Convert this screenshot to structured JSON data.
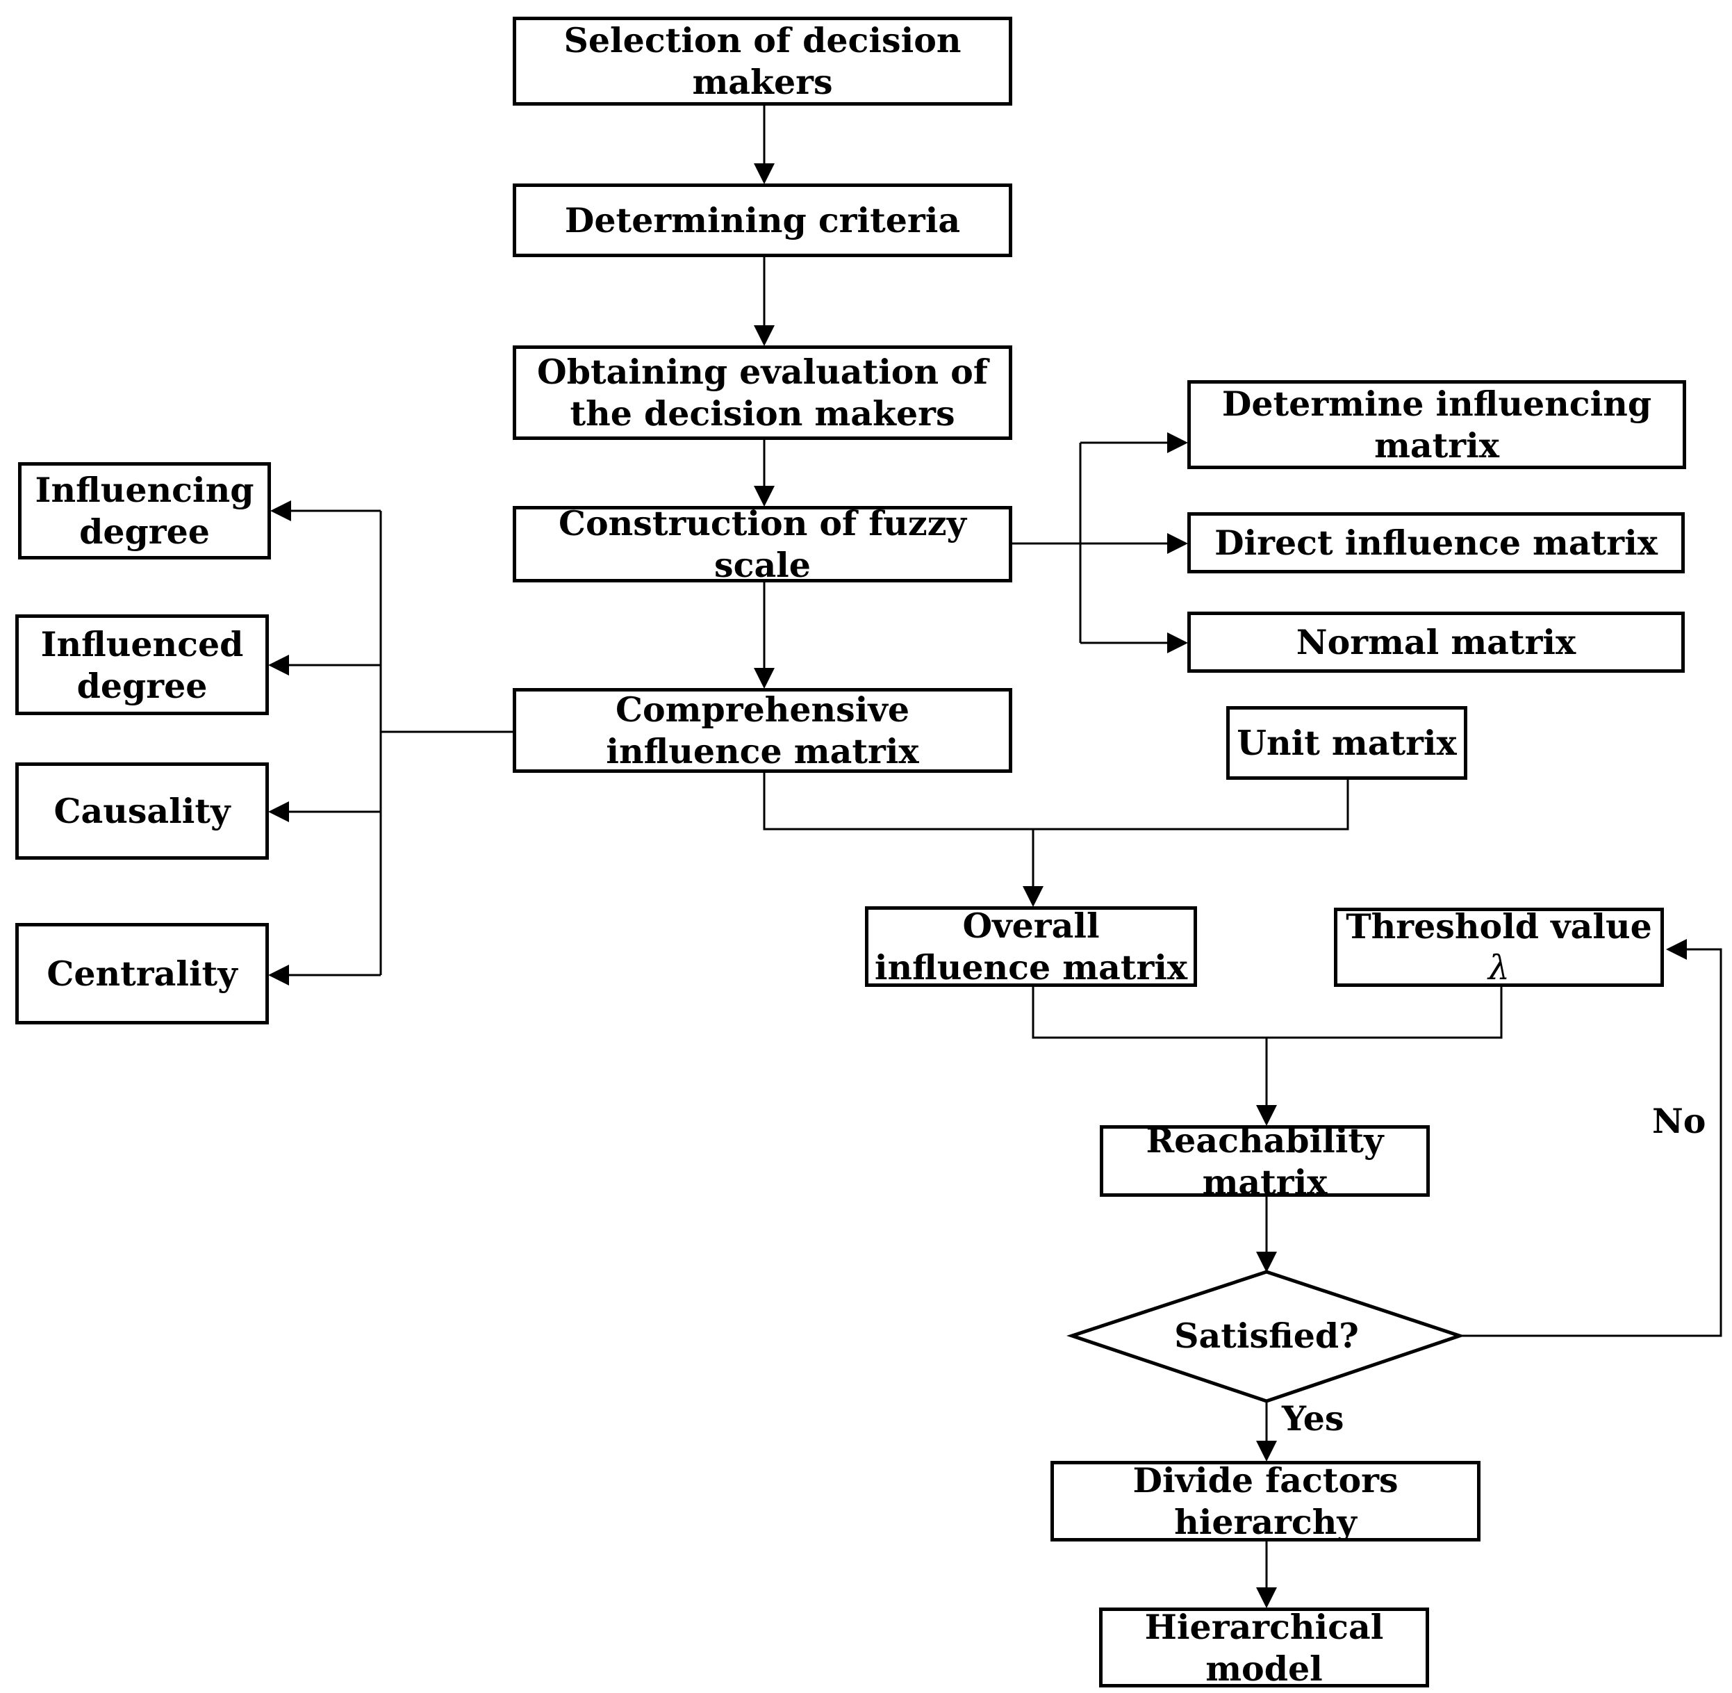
{
  "nodes": {
    "selection": "Selection of decision makers",
    "criteria": "Determining criteria",
    "evaluation": "Obtaining evaluation of the decision makers",
    "fuzzy_scale": "Construction of fuzzy scale",
    "comprehensive": "Comprehensive influence matrix",
    "determine_influencing": "Determine influencing matrix",
    "direct_influence": "Direct influence matrix",
    "normal": "Normal matrix",
    "unit": "Unit matrix",
    "influencing_degree": "Influencing degree",
    "influenced_degree": "Influenced degree",
    "causality": "Causality",
    "centrality": "Centrality",
    "overall": "Overall influence matrix",
    "threshold": "Threshold value",
    "threshold_symbol": "λ",
    "reachability": "Reachability matrix",
    "satisfied": "Satisfied?",
    "divide": "Divide factors hierarchy",
    "hierarchical": "Hierarchical model"
  },
  "edge_labels": {
    "yes": "Yes",
    "no": "No"
  }
}
